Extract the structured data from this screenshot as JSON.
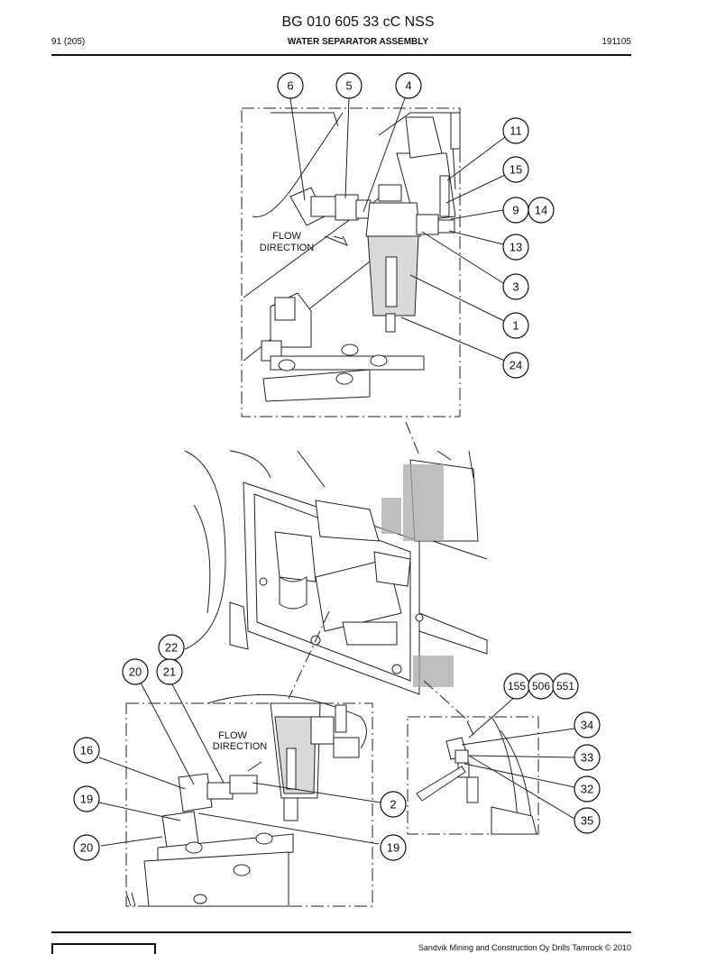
{
  "header": {
    "title": "BG 010 605 33 cC NSS",
    "page": "91 (205)",
    "section": "WATER SEPARATOR ASSEMBLY",
    "code": "191105"
  },
  "annotations": {
    "flow_upper": [
      "FLOW",
      "DIRECTION"
    ],
    "flow_lower": [
      "FLOW",
      "DIRECTION"
    ]
  },
  "callouts": {
    "c6": "6",
    "c5": "5",
    "c4": "4",
    "c11": "11",
    "c15": "15",
    "c9": "9",
    "c14": "14",
    "c13": "13",
    "c3": "3",
    "c1": "1",
    "c24": "24",
    "c22": "22",
    "c20a": "20",
    "c21": "21",
    "c16": "16",
    "c19a": "19",
    "c20b": "20",
    "c2": "2",
    "c19b": "19",
    "c155": "155",
    "c506": "506",
    "c551": "551",
    "c34": "34",
    "c33": "33",
    "c32": "32",
    "c35": "35"
  },
  "footer": {
    "copyright": "Sandvik Mining and Construction Oy Drills Tamrock © 2010"
  }
}
